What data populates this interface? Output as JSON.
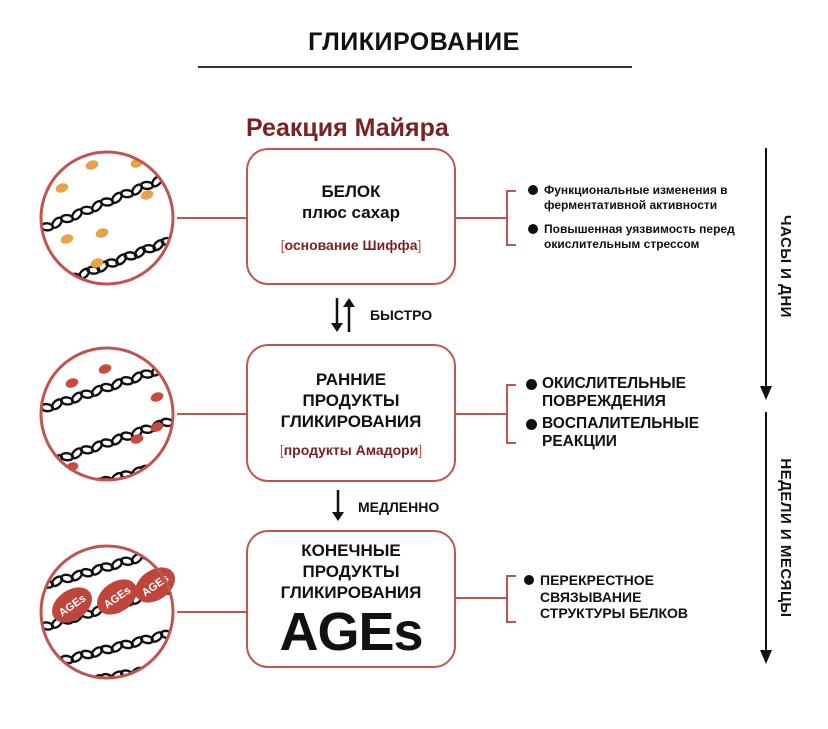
{
  "header": {
    "title": "ГЛИКИРОВАНИЕ",
    "subtitle": "Реакция Майяра"
  },
  "stages": [
    {
      "title": "БЕЛОК\nплюс сахар",
      "note": "основание Шиффа",
      "effects": [
        "Функциональные изменения в ферментативной активности",
        "Повышенная уязвимость перед окислительным стрессом"
      ]
    },
    {
      "title": "РАННИЕ\nПРОДУКТЫ\nГЛИКИРОВАНИЯ",
      "note": "продукты Амадори",
      "effects": [
        "ОКИСЛИТЕЛЬНЫЕ ПОВРЕЖДЕНИЯ",
        "ВОСПАЛИТЕЛЬНЫЕ РЕАКЦИИ"
      ]
    },
    {
      "title": "КОНЕЧНЫЕ\nПРОДУКТЫ\nГЛИКИРОВАНИЯ",
      "big_label": "AGEs",
      "effects": [
        "ПЕРЕКРЕСТНОЕ СВЯЗЫВАНИЕ СТРУКТУРЫ БЕЛКОВ"
      ]
    }
  ],
  "transitions": [
    {
      "label": "БЫСТРО"
    },
    {
      "label": "МЕДЛЕННО"
    }
  ],
  "timeline": {
    "upper": "ЧАСЫ И ДНИ",
    "lower": "НЕДЕЛИ И МЕСЯЦЫ"
  },
  "circle_labels": [
    "AGEs",
    "AGEs",
    "AGEs"
  ],
  "colors": {
    "accent": "#c0544e",
    "dark_red": "#7b2122",
    "sugar": "#e8a24a",
    "amadori": "#c94a3e",
    "ages_blob": "#c0453c",
    "text": "#111111"
  }
}
